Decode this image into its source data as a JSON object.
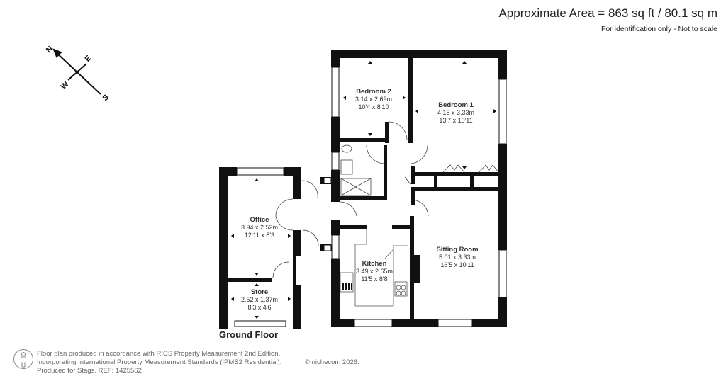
{
  "header": {
    "area": "Approximate Area = 863 sq ft / 80.1 sq m",
    "disclaimer": "For identification only - Not to scale"
  },
  "compass": {
    "labels": [
      "N",
      "E",
      "W",
      "S"
    ],
    "arrow_points_to": "N"
  },
  "floor": {
    "name": "Ground Floor",
    "rooms": [
      {
        "name": "Bedroom 2",
        "metric": "3.14 x 2.69m",
        "imperial": "10'4 x 8'10"
      },
      {
        "name": "Bedroom 1",
        "metric": "4.15 x 3.33m",
        "imperial": "13'7 x 10'11"
      },
      {
        "name": "Office",
        "metric": "3.94 x 2.52m",
        "imperial": "12'11 x 8'3"
      },
      {
        "name": "Store",
        "metric": "2.52 x 1.37m",
        "imperial": "8'3 x 4'6"
      },
      {
        "name": "Kitchen",
        "metric": "3.49 x 2.65m",
        "imperial": "11'5 x 8'8"
      },
      {
        "name": "Sitting Room",
        "metric": "5.01 x 3.33m",
        "imperial": "16'5 x 10'11"
      }
    ]
  },
  "footer": {
    "line1": "Floor plan produced in accordance with RICS Property Measurement 2nd Edition,",
    "line2": "Incorporating International Property Measurement Standards (IPMS2 Residential).",
    "line3": "Produced for Stags.   REF: 1425562",
    "copyright": "© nichecom 2026."
  },
  "colors": {
    "wall": "#111111",
    "text": "#333333",
    "footer_text": "#666666"
  }
}
